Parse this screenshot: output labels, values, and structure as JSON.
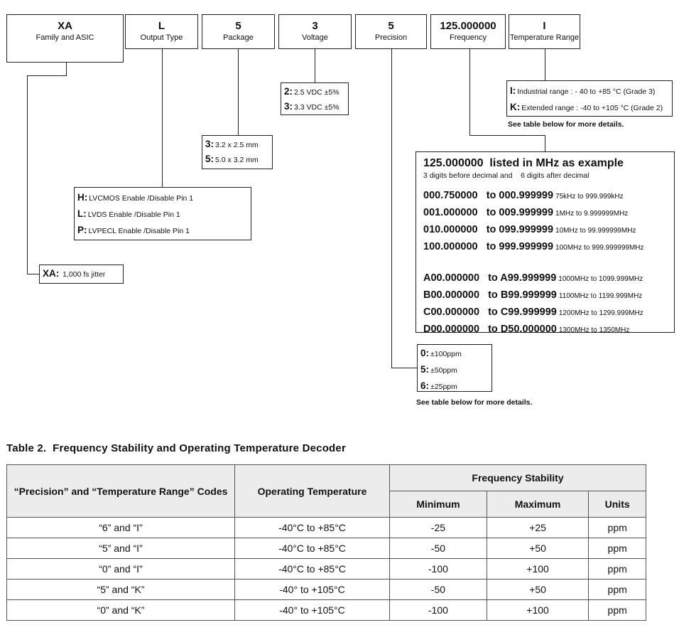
{
  "part_number": [
    {
      "code": "XA",
      "label": "Family and ASIC"
    },
    {
      "code": "L",
      "label": "Output Type"
    },
    {
      "code": "5",
      "label": "Package"
    },
    {
      "code": "3",
      "label": "Voltage"
    },
    {
      "code": "5",
      "label": "Precision"
    },
    {
      "code": "125.000000",
      "label": "Frequency"
    },
    {
      "code": "I",
      "label": "Temperature Range"
    }
  ],
  "voltage": [
    {
      "code": "2:",
      "text": "2.5 VDC ±5%"
    },
    {
      "code": "3:",
      "text": "3.3 VDC ±5%"
    }
  ],
  "package": [
    {
      "code": "3:",
      "text": "3.2 x 2.5 mm"
    },
    {
      "code": "5:",
      "text": "5.0 x 3.2 mm"
    }
  ],
  "output_type": [
    {
      "code": "H:",
      "text": "LVCMOS Enable /Disable Pin 1"
    },
    {
      "code": "L:",
      "text": "LVDS Enable /Disable Pin 1"
    },
    {
      "code": "P:",
      "text": "LVPECL Enable /Disable Pin 1"
    }
  ],
  "family": {
    "code": "XA:",
    "text": "1,000 fs jitter"
  },
  "temperature": [
    {
      "code": "I:",
      "text": "Industrial range : - 40 to +85 °C (Grade 3)"
    },
    {
      "code": "K:",
      "text": "Extended range : -40 to +105 °C (Grade 2)"
    }
  ],
  "temperature_note": "See table below for more details.",
  "frequency": {
    "title": "125.000000  listed in MHz as example",
    "subtitle": "3 digits before decimal and    6 digits after decimal",
    "ranges_a": [
      {
        "range": "000.750000   to 000.999999",
        "desc": "75kHz to 999.999kHz"
      },
      {
        "range": "001.000000   to 009.999999",
        "desc": "1MHz to 9.999999MHz"
      },
      {
        "range": "010.000000   to 099.999999",
        "desc": "10MHz to 99.999999MHz"
      },
      {
        "range": "100.000000   to 999.999999",
        "desc": "100MHz to 999.999999MHz"
      }
    ],
    "ranges_b": [
      {
        "range": "A00.000000   to A99.999999",
        "desc": "1000MHz to 1099.999MHz"
      },
      {
        "range": "B00.000000   to B99.999999",
        "desc": "1100MHz to 1199.999MHz"
      },
      {
        "range": "C00.000000   to C99.999999",
        "desc": "1200MHz to 1299.999MHz"
      },
      {
        "range": "D00.000000   to D50.000000",
        "desc": "1300MHz to 1350MHz"
      }
    ]
  },
  "precision": [
    {
      "code": "0:",
      "text": "±100ppm"
    },
    {
      "code": "5:",
      "text": "±50ppm"
    },
    {
      "code": "6:",
      "text": "±25ppm"
    }
  ],
  "precision_note": "See table below for more details.",
  "table": {
    "title": "Table 2.  Frequency Stability and Operating Temperature Decoder",
    "col_codes": "“Precision” and “Temperature Range” Codes",
    "col_temp": "Operating Temperature",
    "col_group": "Frequency Stability",
    "col_min": "Minimum",
    "col_max": "Maximum",
    "col_units": "Units",
    "rows": [
      [
        "“6” and “I”",
        "-40°C to +85°C",
        "-25",
        "+25",
        "ppm"
      ],
      [
        "“5” and “I”",
        "-40°C to +85°C",
        "-50",
        "+50",
        "ppm"
      ],
      [
        "“0” and “I”",
        "-40°C to +85°C",
        "-100",
        "+100",
        "ppm"
      ],
      [
        "“5” and “K”",
        "-40° to +105°C",
        "-50",
        "+50",
        "ppm"
      ],
      [
        "“0” and “K”",
        "-40° to +105°C",
        "-100",
        "+100",
        "ppm"
      ]
    ]
  }
}
